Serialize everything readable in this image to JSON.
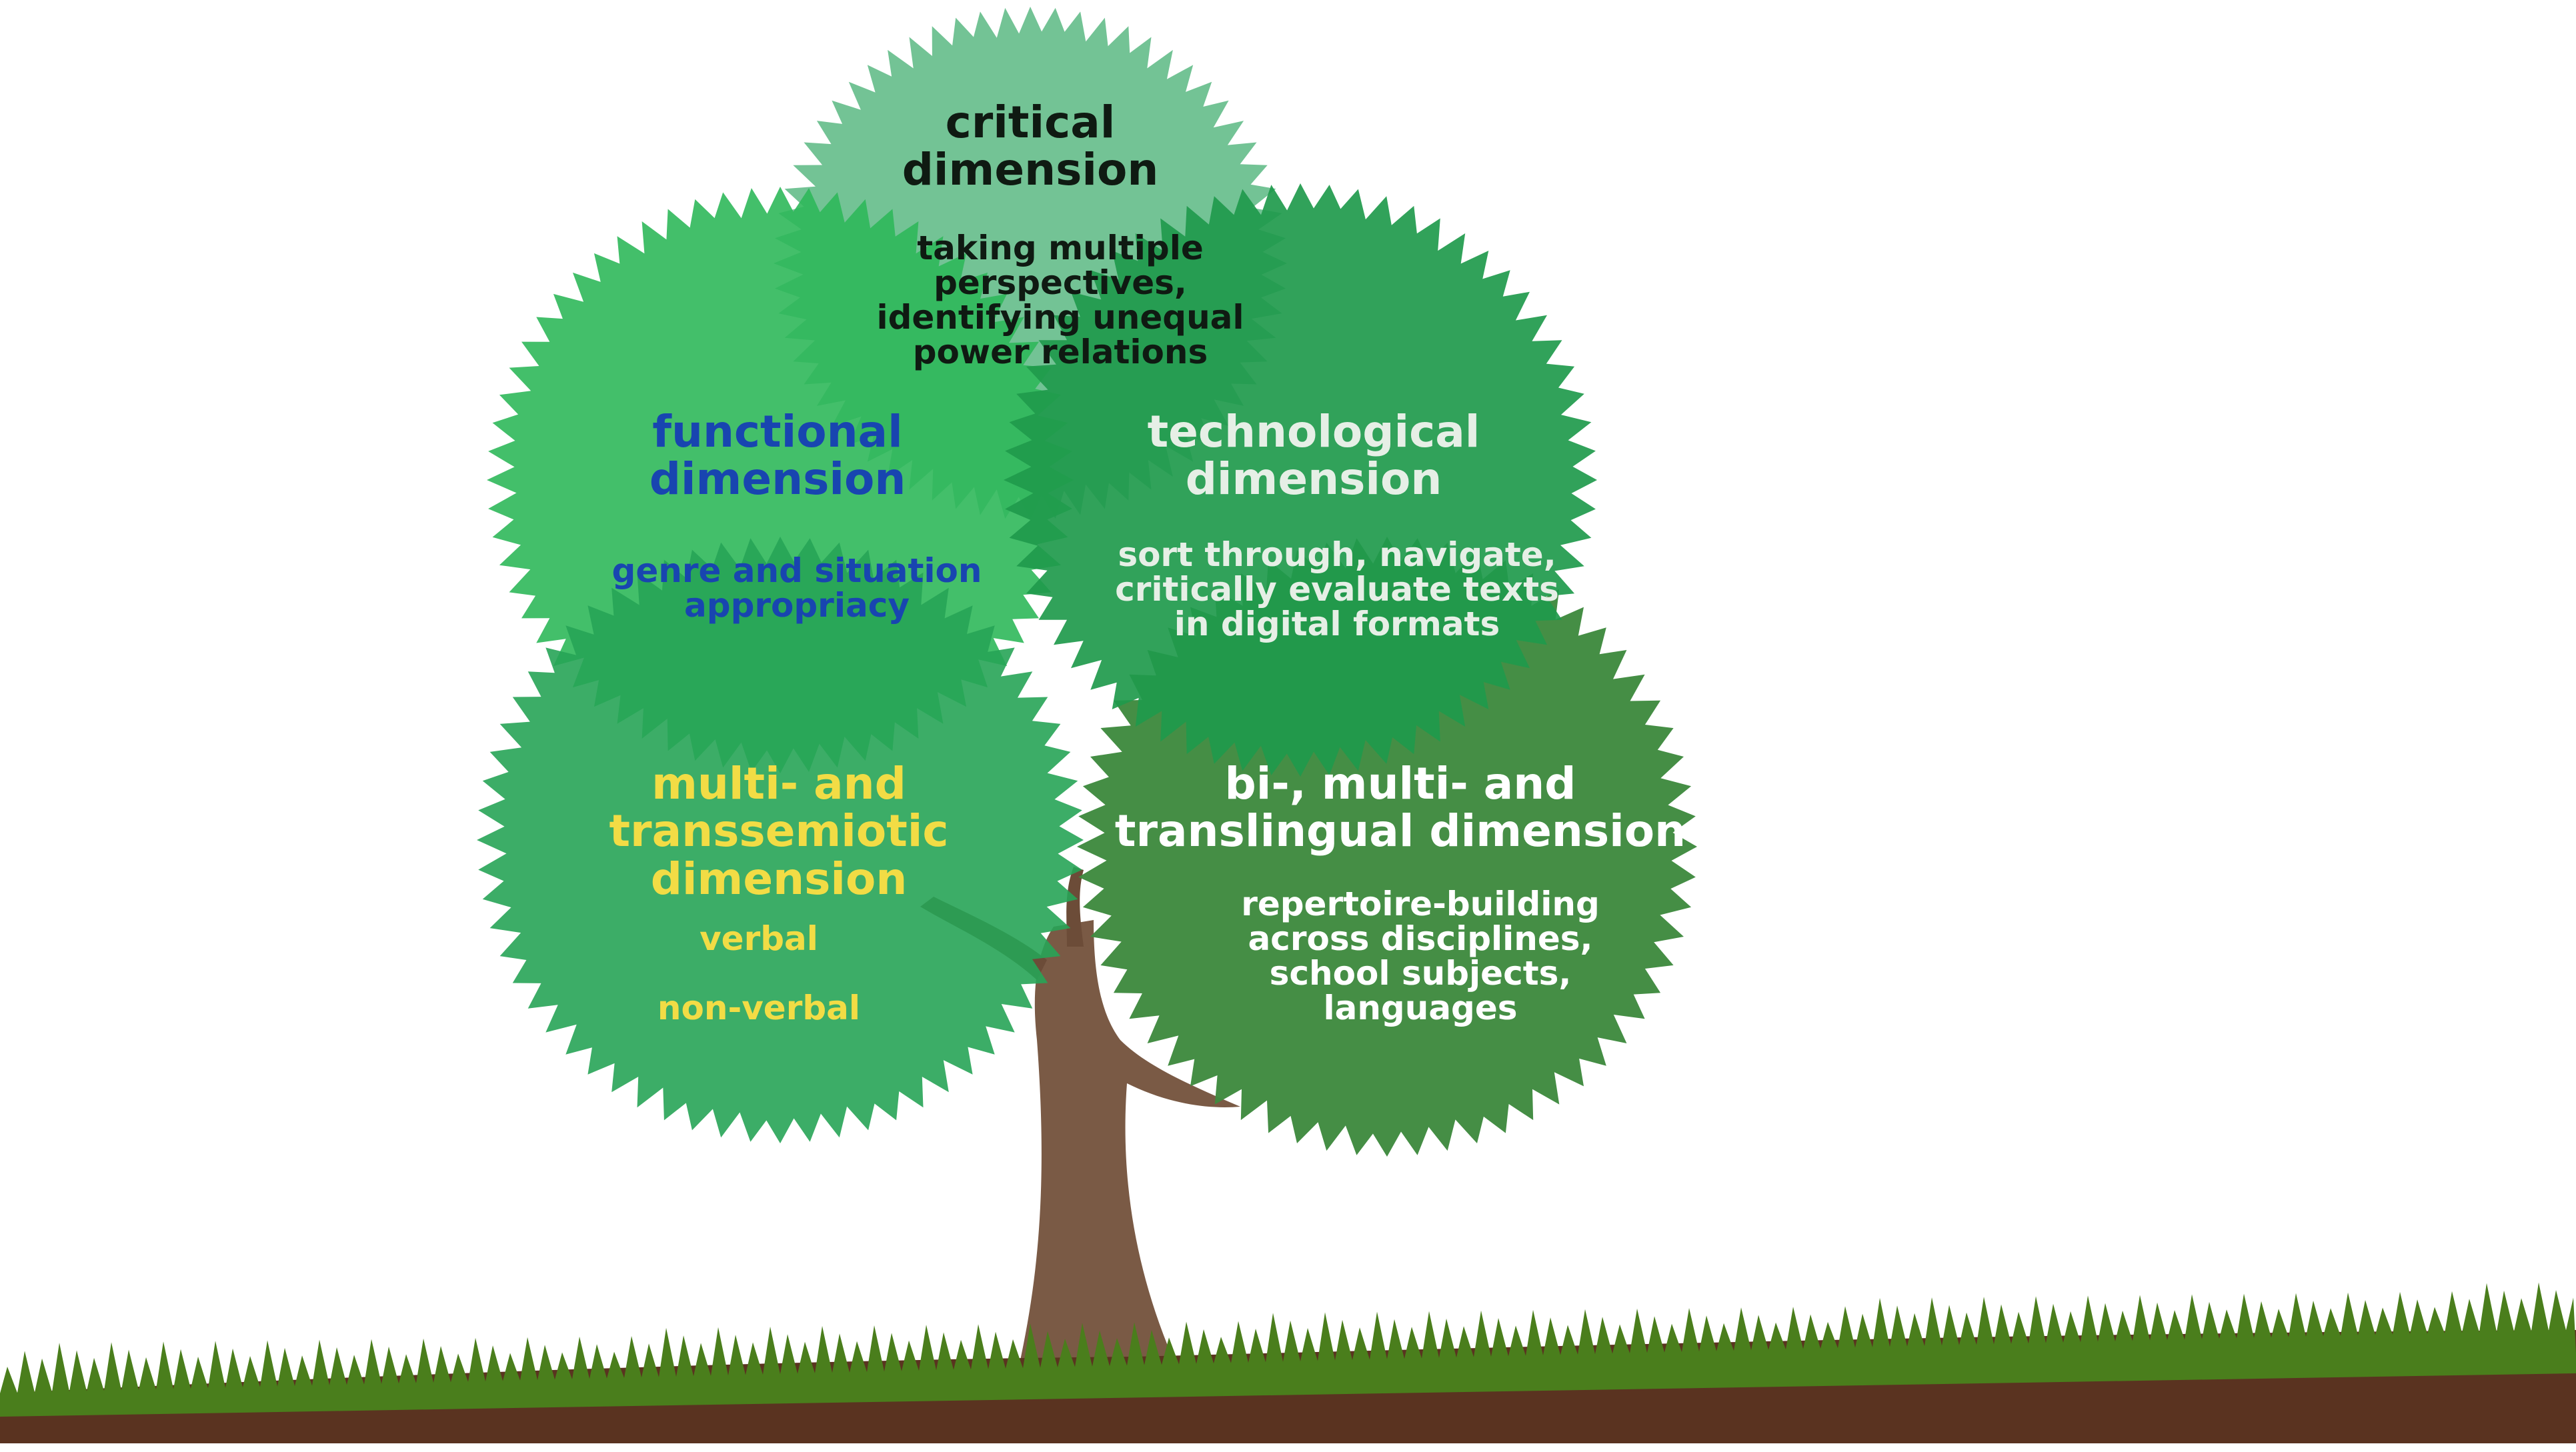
{
  "colors": {
    "sky": "#ffffff",
    "soil": "#5a3320",
    "grass": "#4a7e1c",
    "trunk": "#7a5a45",
    "critical_crown": "#6cc08f",
    "functional_crown": "#2fb85a",
    "technological_crown": "#1f9a4c",
    "multimodal_crown": "#27a456",
    "lingual_crown": "#3f8a3f",
    "text_dark": "#0f1a12",
    "text_blue": "#1845b0",
    "text_light": "#e6efe6",
    "text_yellow": "#f2dc45",
    "text_white": "#ffffff"
  },
  "dimensions": {
    "critical": {
      "title": [
        "critical",
        "dimension"
      ],
      "body": [
        "taking multiple",
        "perspectives,",
        "identifying unequal",
        "power relations"
      ]
    },
    "functional": {
      "title": [
        "functional",
        "dimension"
      ],
      "body": [
        "genre and situation",
        "appropriacy"
      ]
    },
    "technological": {
      "title": [
        "technological",
        "dimension"
      ],
      "body": [
        "sort through, navigate,",
        "critically evaluate texts",
        "in digital formats"
      ]
    },
    "multimodal": {
      "title": [
        "multi- and",
        "transsemiotic",
        "dimension"
      ],
      "body": [
        "verbal",
        "non-verbal"
      ]
    },
    "lingual": {
      "title": [
        "bi-, multi- and",
        "translingual dimension"
      ],
      "body": [
        "repertoire-building",
        "across disciplines,",
        "school subjects,",
        "languages"
      ]
    }
  }
}
